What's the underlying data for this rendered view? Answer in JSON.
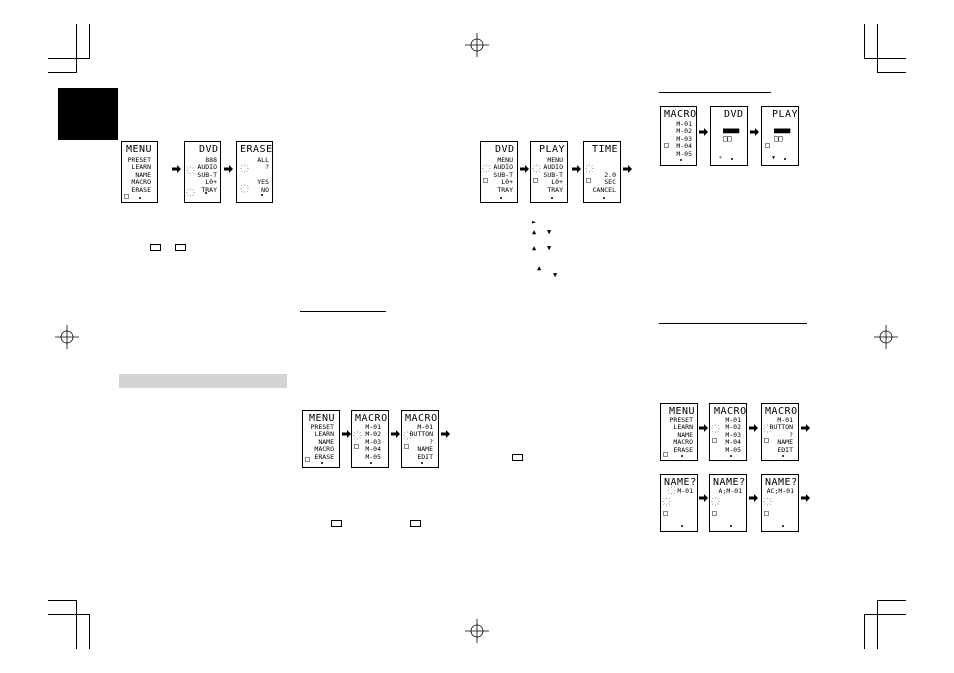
{
  "page": {
    "nav_glyphs": {
      "right": "►",
      "up": "▲",
      "down": "▼"
    }
  },
  "displays": {
    "erase_sequence": [
      {
        "title": "MENU",
        "lines": "PRESET\nLEARN\nNAME\nMACRO\nERASE"
      },
      {
        "title": "DVD",
        "lines": "888\nAUDIO\nSUB-T\nL0+\nTRAY"
      },
      {
        "title": "ERASE",
        "lines": "ALL\n?\n\nYES\nNO"
      }
    ],
    "timer_sequence": [
      {
        "title": "DVD",
        "lines": "MENU\nAUDIO\nSUB-T\nL0+\nTRAY"
      },
      {
        "title": "PLAY",
        "lines": "MENU\nAUDIO\nSUB-T\nL0+\nTRAY"
      },
      {
        "title": "TIME",
        "lines": "\n\n2.0\nSEC\nCANCEL"
      }
    ],
    "macro_exec": [
      {
        "title": "MACRO",
        "lines": "M-01\nM-02\nM-03\nM-04\nM-05"
      },
      {
        "title": "DVD",
        "lines": "■■■■\n□□"
      },
      {
        "title": "PLAY",
        "lines": "■■■■\n□□"
      }
    ],
    "macro_setup": [
      {
        "title": "MENU",
        "lines": "PRESET\nLEARN\nNAME\nMACRO\nERASE"
      },
      {
        "title": "MACRO",
        "lines": "M-01\nM-02\nM-03\nM-04\nM-05"
      },
      {
        "title": "MACRO",
        "lines": "M-01\nBUTTON\n?\nNAME\nEDIT"
      }
    ],
    "macro_name_row1": [
      {
        "title": "MENU",
        "lines": "PRESET\nLEARN\nNAME\nMACRO\nERASE"
      },
      {
        "title": "MACRO",
        "lines": "M-01\nM-02\nM-03\nM-04\nM-05"
      },
      {
        "title": "MACRO",
        "lines": "M-01\nBUTTON\n?\nNAME\nEDIT"
      }
    ],
    "macro_name_row2": [
      {
        "title": "NAME?",
        "lines": "M-01"
      },
      {
        "title": "NAME?",
        "lines": "A;M-01"
      },
      {
        "title": "NAME?",
        "lines": "AC;M-01"
      }
    ]
  }
}
